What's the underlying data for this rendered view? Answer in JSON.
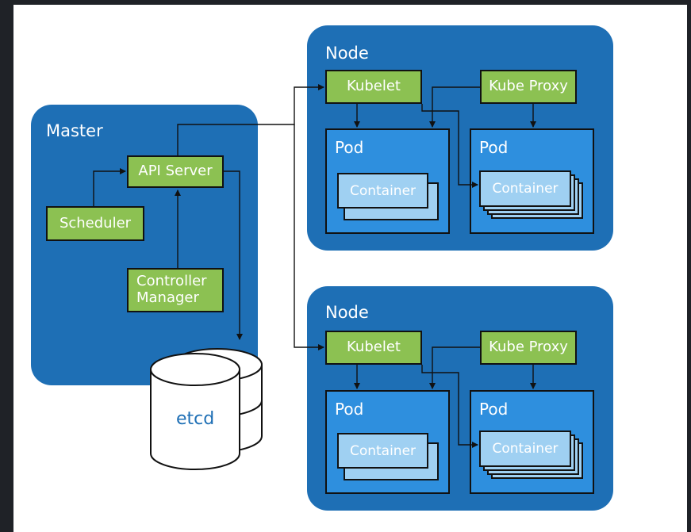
{
  "master": {
    "title": "Master",
    "api_server": "API Server",
    "scheduler": "Scheduler",
    "controller_manager_line1": "Controller",
    "controller_manager_line2": "Manager"
  },
  "etcd": {
    "label": "etcd"
  },
  "nodes": [
    {
      "title": "Node",
      "kubelet": "Kubelet",
      "kube_proxy": "Kube Proxy",
      "pods": [
        {
          "title": "Pod",
          "container": "Container"
        },
        {
          "title": "Pod",
          "container": "Container"
        }
      ]
    },
    {
      "title": "Node",
      "kubelet": "Kubelet",
      "kube_proxy": "Kube Proxy",
      "pods": [
        {
          "title": "Pod",
          "container": "Container"
        },
        {
          "title": "Pod",
          "container": "Container"
        }
      ]
    }
  ],
  "colors": {
    "panel": "#1e6fb5",
    "pod": "#2e8fde",
    "component": "#8cc152",
    "container": "#9fd0f2"
  }
}
